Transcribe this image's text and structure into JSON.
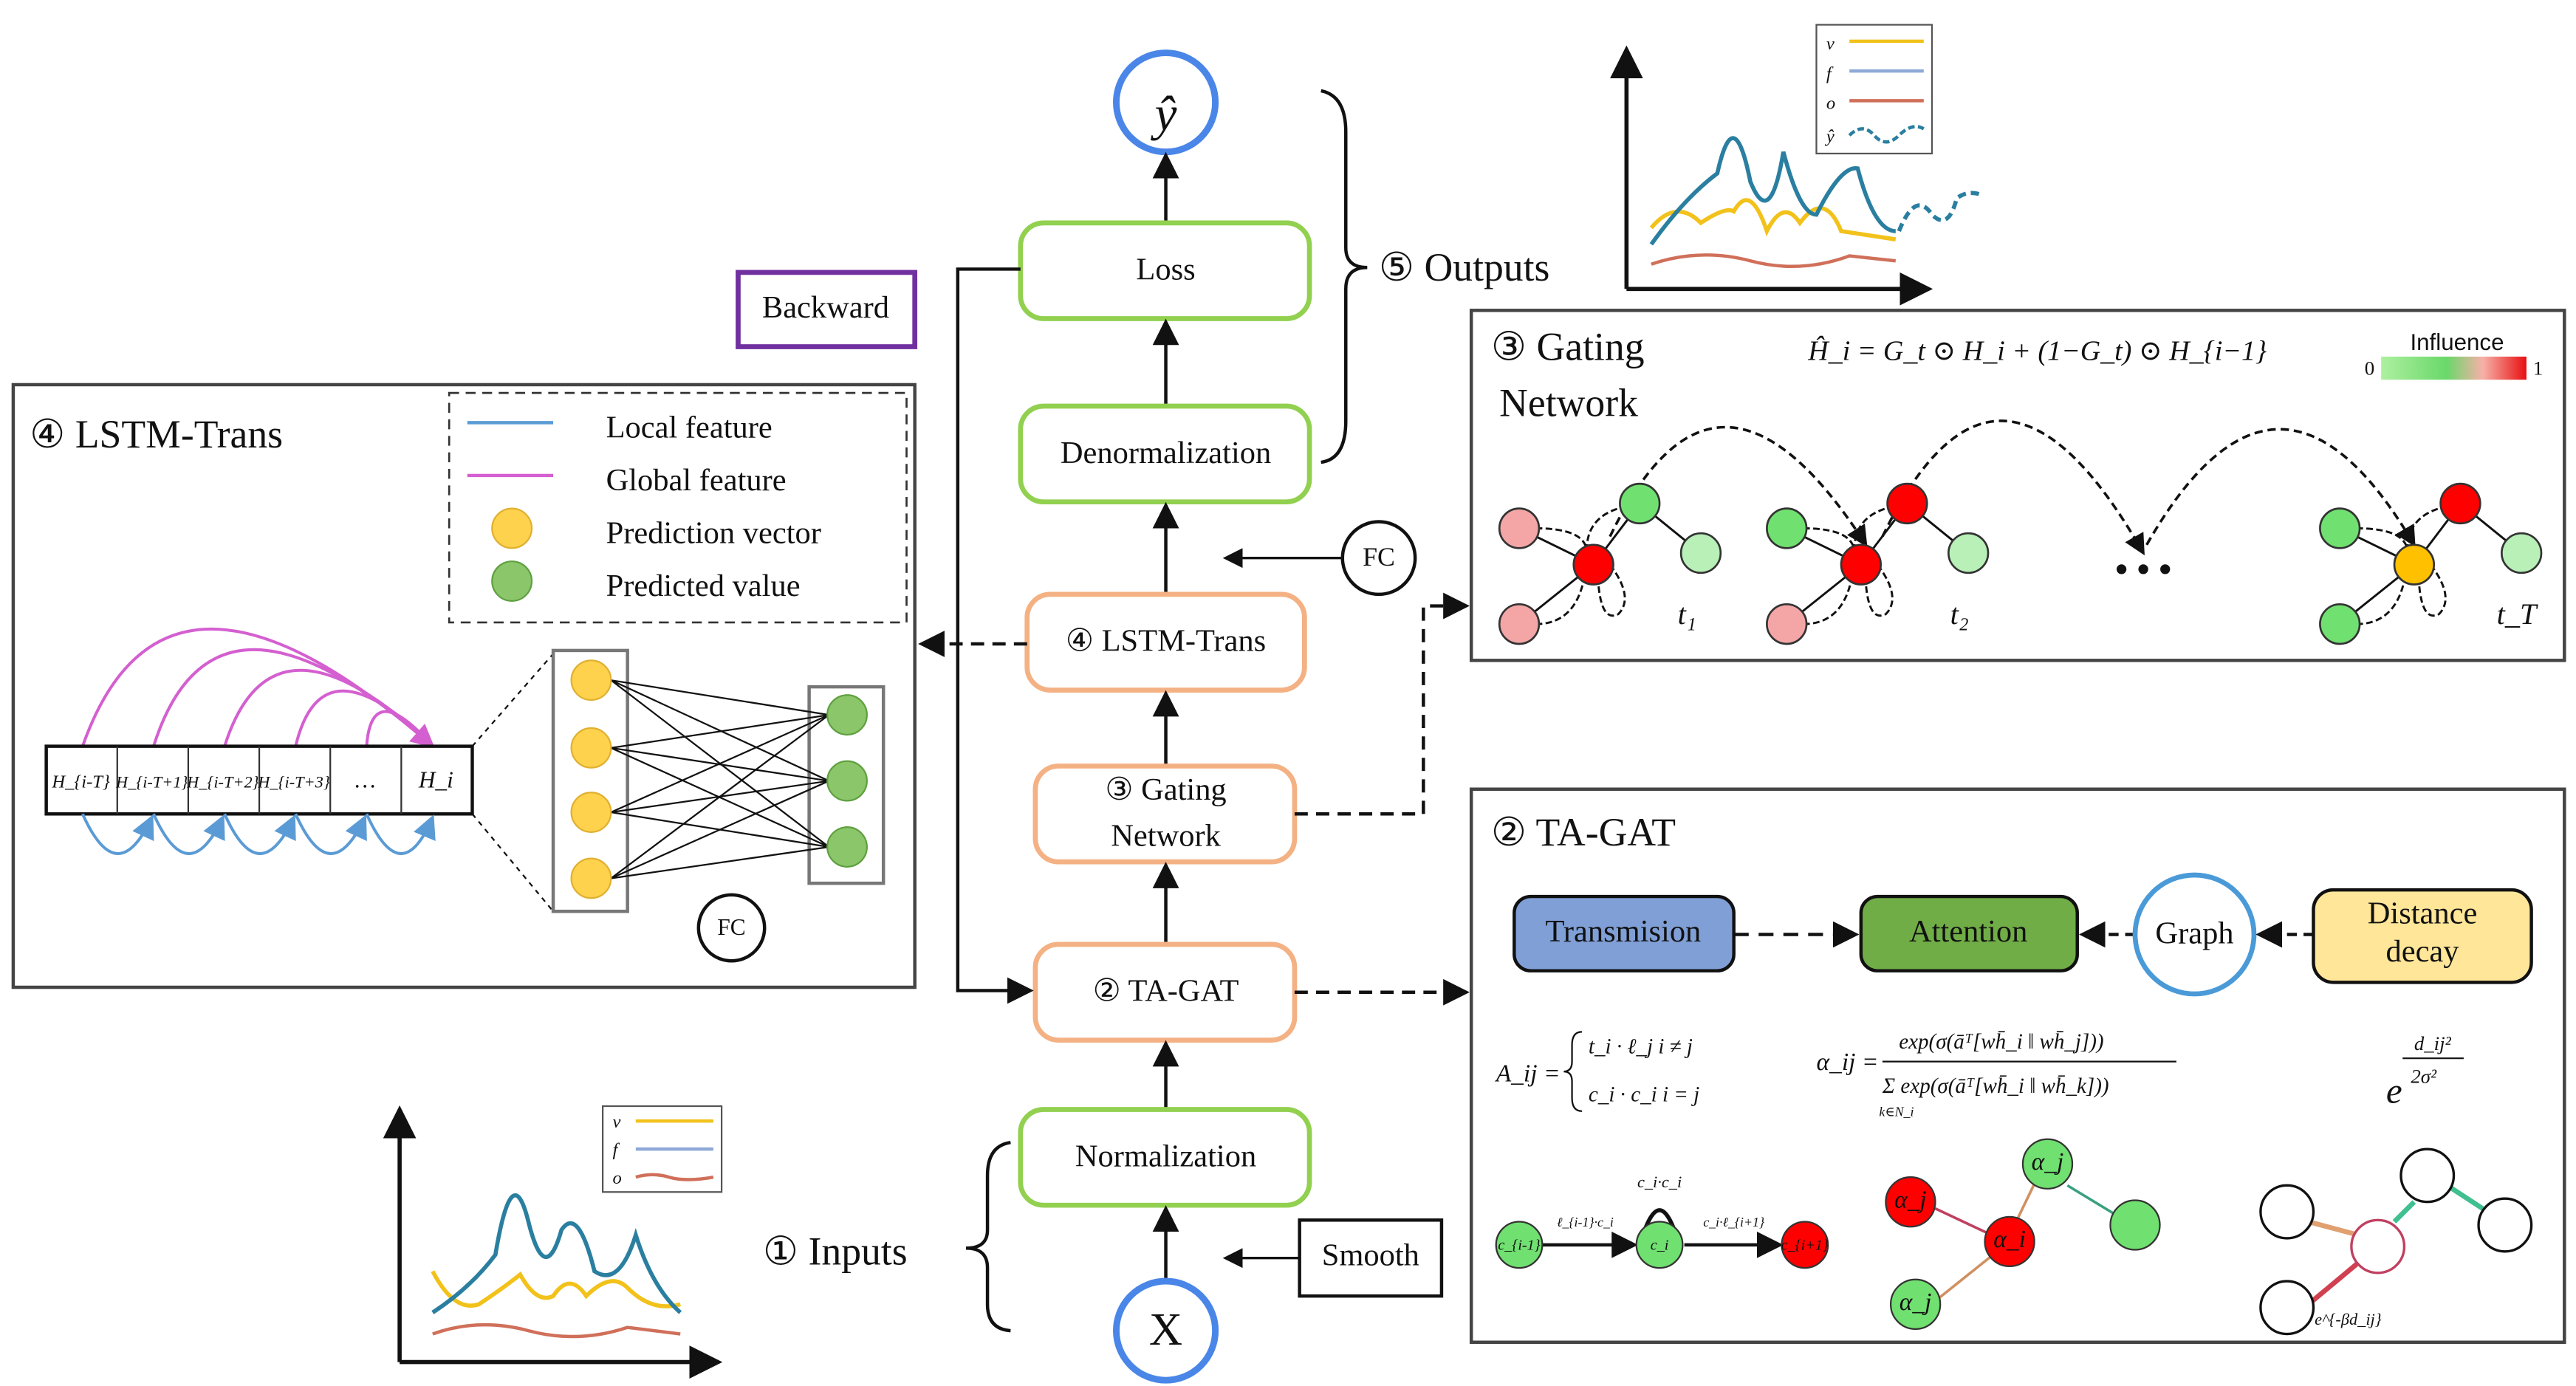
{
  "pipeline": {
    "output_symbol": "ŷ",
    "input_symbol": "X",
    "loss": "Loss",
    "denormalization": "Denormalization",
    "lstm_trans": "④ LSTM-Trans",
    "gating_line1": "③ Gating",
    "gating_line2": "Network",
    "ta_gat": "② TA-GAT",
    "normalization": "Normalization",
    "smooth": "Smooth",
    "fc": "FC",
    "backward": "Backward",
    "outputs": "⑤ Outputs",
    "inputs": "① Inputs"
  },
  "lstm_panel": {
    "title": "④ LSTM-Trans",
    "legend": [
      {
        "label": "Local feature",
        "color": "#5b9bd5"
      },
      {
        "label": "Global feature",
        "color": "#d45fd0"
      },
      {
        "label": "Prediction vector",
        "color": "#ffd24d"
      },
      {
        "label": "Predicted value",
        "color": "#8cc66b"
      }
    ],
    "sequence": [
      "H_{i-T}",
      "H_{i-T+1}",
      "H_{i-T+2}",
      "H_{i-T+3}",
      "…",
      "H_i"
    ],
    "fc": "FC"
  },
  "gating_panel": {
    "title_line1": "③ Gating",
    "title_line2": "Network",
    "formula": "Ĥ_i = G_t ⊙ H_i + (1−G_t) ⊙ H_{i−1}",
    "colorbar_title": "Influence",
    "colorbar_min": "0",
    "colorbar_max": "1",
    "time_labels": [
      "t₁",
      "t₂",
      "t_T"
    ],
    "ellipsis": "• • •"
  },
  "tagat_panel": {
    "title": "② TA-GAT",
    "transmission": "Transmision",
    "attention": "Attention",
    "graph": "Graph",
    "distance_line1": "Distance",
    "distance_line2": "decay",
    "formula_a_lhs": "A_ij =",
    "formula_a_case1": "t_i · ℓ_j     i ≠ j",
    "formula_a_case2": "c_i · c_i     i = j",
    "formula_alpha_lhs": "α_ij =",
    "formula_alpha_num": "exp(σ(āᵀ[wh̄_i ‖ wh̄_j]))",
    "formula_alpha_den": "Σ exp(σ(āᵀ[wh̄_i ‖ wh̄_k]))",
    "formula_alpha_sum": "k∈N_i",
    "formula_decay_base": "e",
    "formula_decay_num": "d_ij²",
    "formula_decay_den": "2σ²",
    "trans_labels": [
      "c_{i-1}",
      "c_i",
      "c_{i+1}",
      "ℓ_{i-1}·c_i",
      "c_i·c_i",
      "c_i·ℓ_{i+1}"
    ],
    "alpha_labels": [
      "α_j",
      "α_i",
      "α_j",
      "α_j"
    ],
    "decay_edge_label": "e^{-βd_ij}"
  },
  "charts": {
    "top_legend": [
      "v",
      "f",
      "o",
      "ŷ"
    ],
    "bottom_legend": [
      "v",
      "f",
      "o"
    ],
    "colors": {
      "v": "#f2c21b",
      "f": "#8fa9d6",
      "o": "#d0705a",
      "yhat": "#2a7fa0"
    }
  },
  "colors": {
    "green_box": "#92d050",
    "orange_box": "#f4b183",
    "blue_circle": "#4a86e8",
    "backward": "#7030a0",
    "red_node": "#ff0000",
    "pink_node": "#f4a6a6",
    "green_node": "#70e070",
    "light_green_node": "#b8f0b8",
    "yellow_node": "#ffc000"
  }
}
